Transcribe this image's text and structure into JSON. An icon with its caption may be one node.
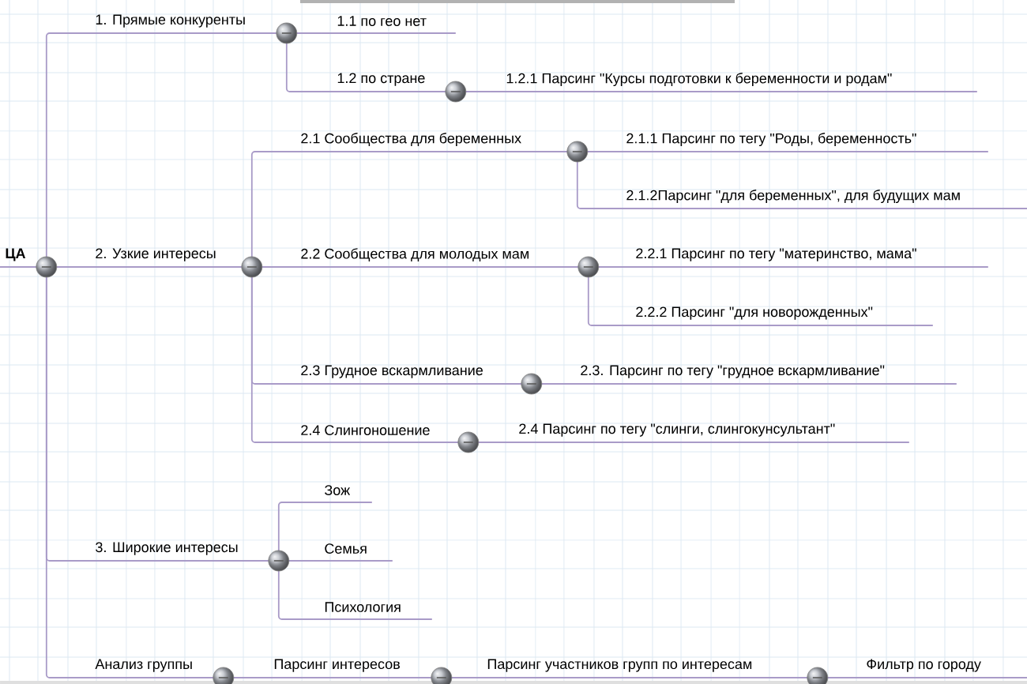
{
  "diagram": {
    "nodes": [
      {
        "text": [
          "ЦА"
        ]
      },
      {
        "text": [
          "1. Прямые конкуренты"
        ]
      },
      {
        "text": [
          "1.1 по гео нет"
        ]
      },
      {
        "text": [
          "1.2 по стране"
        ]
      },
      {
        "text": [
          "1.2.1 Парсинг \"Курсы подготовки к беременности и родам\""
        ]
      },
      {
        "text": [
          "2. Узкие интересы"
        ]
      },
      {
        "text": [
          "2.1 Сообщества для беременных"
        ]
      },
      {
        "text": [
          "2.1.1 Парсинг по тегу \"Роды, беременность\""
        ]
      },
      {
        "text": [
          "2.1.2Парсинг \"для беременных\", для будущих мам"
        ]
      },
      {
        "text": [
          "2.2 Сообщества для молодых мам"
        ]
      },
      {
        "text": [
          "2.2.1 Парсинг по тегу \"материнство, мама\""
        ]
      },
      {
        "text": [
          "2.2.2 Парсинг \"для новорожденных\""
        ]
      },
      {
        "text": [
          "2.3 Грудное вскармливание"
        ]
      },
      {
        "text": [
          "2.3. Парсинг по тегу \"грудное вскармливание\""
        ]
      },
      {
        "text": [
          "2.4 Слингоношение"
        ]
      },
      {
        "text": [
          "2.4 Парсинг по тегу \"слинги, слингокунсультант\""
        ]
      },
      {
        "text": [
          "3. Широкие интересы"
        ]
      },
      {
        "text": [
          "Зож"
        ]
      },
      {
        "text": [
          "Семья"
        ]
      },
      {
        "text": [
          "Психология"
        ]
      },
      {
        "text": [
          "Анализ группы"
        ]
      },
      {
        "text": [
          "Парсинг интересов"
        ]
      },
      {
        "text": [
          "Парсинг участников групп по интересам"
        ]
      },
      {
        "text": [
          "Фильтр по городу"
        ]
      }
    ],
    "edges": [
      {
        "from": 0,
        "to": 1,
        "arrow": "none"
      },
      {
        "from": 0,
        "to": 5,
        "arrow": "none"
      },
      {
        "from": 0,
        "to": 16,
        "arrow": "none"
      },
      {
        "from": 0,
        "to": 20,
        "arrow": "none"
      },
      {
        "from": 1,
        "to": 2,
        "arrow": "none"
      },
      {
        "from": 1,
        "to": 3,
        "arrow": "none"
      },
      {
        "from": 3,
        "to": 4,
        "arrow": "none"
      },
      {
        "from": 5,
        "to": 6,
        "arrow": "none"
      },
      {
        "from": 5,
        "to": 9,
        "arrow": "none"
      },
      {
        "from": 5,
        "to": 12,
        "arrow": "none"
      },
      {
        "from": 5,
        "to": 14,
        "arrow": "none"
      },
      {
        "from": 6,
        "to": 7,
        "arrow": "none"
      },
      {
        "from": 6,
        "to": 8,
        "arrow": "none"
      },
      {
        "from": 9,
        "to": 10,
        "arrow": "none"
      },
      {
        "from": 9,
        "to": 11,
        "arrow": "none"
      },
      {
        "from": 12,
        "to": 13,
        "arrow": "none"
      },
      {
        "from": 14,
        "to": 15,
        "arrow": "none"
      },
      {
        "from": 16,
        "to": 17,
        "arrow": "none"
      },
      {
        "from": 16,
        "to": 18,
        "arrow": "none"
      },
      {
        "from": 16,
        "to": 19,
        "arrow": "none"
      },
      {
        "from": 20,
        "to": 21,
        "arrow": "none"
      },
      {
        "from": 21,
        "to": 22,
        "arrow": "none"
      },
      {
        "from": 22,
        "to": 23,
        "arrow": "none"
      }
    ]
  }
}
